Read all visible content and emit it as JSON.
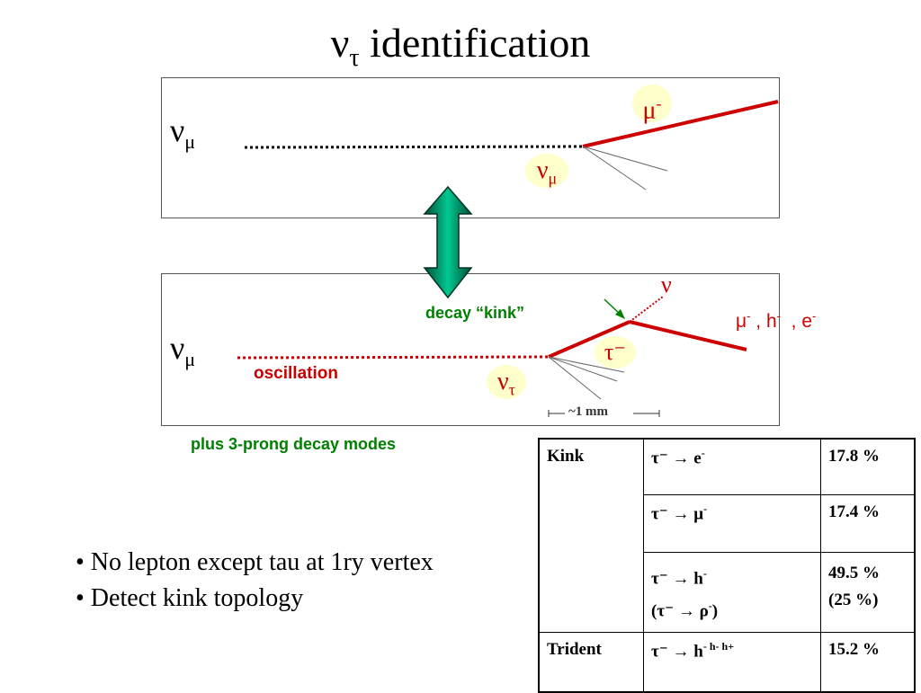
{
  "title": {
    "symbol": "ν",
    "sub": "τ",
    "text": " identification"
  },
  "top_panel": {
    "nu_label": "ν",
    "nu_sub": "μ",
    "mu_label": "μ",
    "mu_sup": "-",
    "outgoing_nu": "ν",
    "outgoing_nu_sub": "μ"
  },
  "bottom_panel": {
    "nu_label": "ν",
    "nu_sub": "μ",
    "oscillation": "oscillation",
    "nu_tau": "ν",
    "nu_tau_sub": "τ",
    "tau_label": "τ⁻",
    "decay_kink": "decay “kink”",
    "nu_out": "ν",
    "products": [
      "μ",
      "-",
      " , h",
      "-",
      "  , e",
      "-"
    ],
    "scale": "~1 mm"
  },
  "three_prong": "plus 3-prong decay modes",
  "bullets": [
    "• No lepton except tau at 1ry vertex",
    "• Detect kink topology"
  ],
  "table": {
    "rows": [
      {
        "type": "Kink",
        "decay": "τ⁻  →  e",
        "decay_sup": "-",
        "br": "17.8 %"
      },
      {
        "type": "",
        "decay": "τ⁻  →  μ",
        "decay_sup": "-",
        "br": "17.4 %"
      },
      {
        "type": "",
        "decay": "τ⁻  →  h",
        "decay_sup": "-",
        "br": "49.5 %",
        "decay2": "(τ⁻  →  ρ",
        "decay2_sup": "-",
        "decay2_end": ")",
        "br2": "(25 %)"
      },
      {
        "type": "Trident",
        "decay": "τ⁻  →  h",
        "decay_sup": "- h- h+",
        "br": "15.2 %"
      }
    ]
  },
  "colors": {
    "track_red": "#cc0000",
    "arrow_green": "#008060",
    "label_green": "#008000",
    "bubble": "#ffffcc"
  }
}
